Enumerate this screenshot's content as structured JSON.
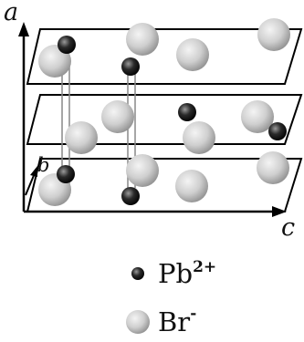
{
  "axes": {
    "a": "a",
    "b": "b",
    "c": "c"
  },
  "legend": {
    "pb_label": "Pb",
    "pb_charge": "2+",
    "br_label": "Br",
    "br_charge": "-"
  },
  "colors": {
    "background": "#ffffff",
    "line": "#000000",
    "pb_ion": "#1a1a1a",
    "br_ion": "#c8c8c8"
  }
}
